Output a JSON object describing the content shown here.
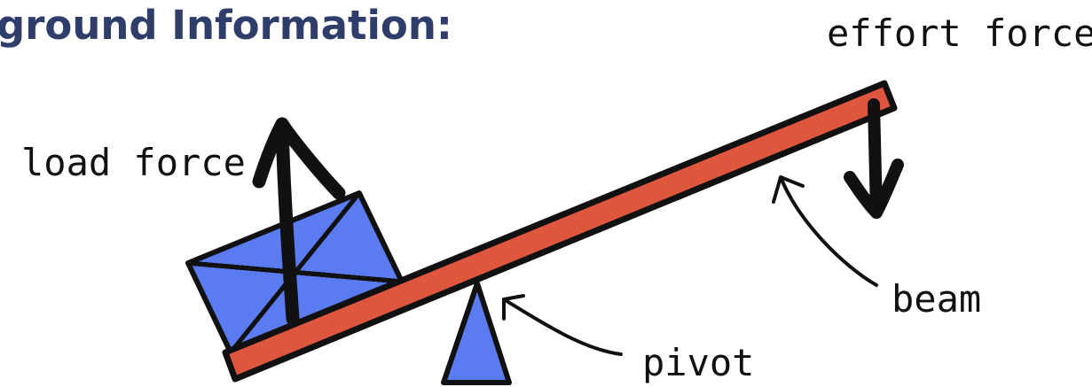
{
  "heading": "ground Information:",
  "labels": {
    "effort_force": "effort force",
    "load_force": "load force",
    "beam": "beam",
    "pivot": "pivot"
  },
  "colors": {
    "heading": "#2f3d6b",
    "beam": "#df563e",
    "box": "#5b7bf0",
    "pivot": "#5b7bf0",
    "ink": "#111111"
  }
}
